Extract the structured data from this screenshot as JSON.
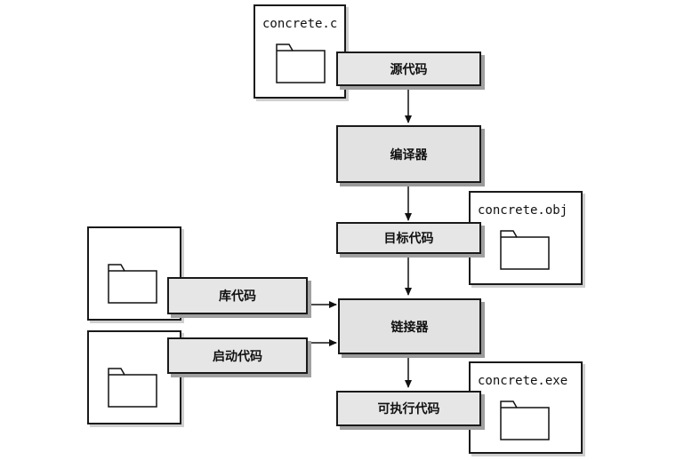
{
  "files": {
    "source": "concrete.c",
    "object": "concrete.obj",
    "executable": "concrete.exe",
    "library": "",
    "startup": ""
  },
  "stages": {
    "source_code": "源代码",
    "compiler": "编译器",
    "object_code": "目标代码",
    "library_code": "库代码",
    "linker": "链接器",
    "startup_code": "启动代码",
    "executable_code": "可执行代码"
  },
  "icons": {
    "file": "folder-icon"
  }
}
